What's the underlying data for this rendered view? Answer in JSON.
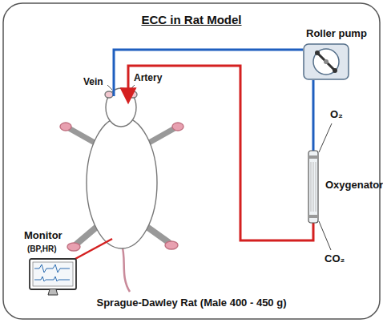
{
  "diagram": {
    "title": "ECC in Rat Model",
    "caption": "Sprague-Dawley Rat (Male 400 - 450 g)",
    "nodes": [
      {
        "text": [
          "Roller pump"
        ]
      },
      {
        "text": [
          "Oxygenator"
        ]
      },
      {
        "text": [
          "Monitor",
          "(BP,HR)"
        ]
      }
    ],
    "edges": [
      {
        "from": 0,
        "to": 1,
        "arrow": "none"
      }
    ],
    "labels": [
      "Vein",
      "Artery",
      "O₂",
      "CO₂"
    ]
  }
}
